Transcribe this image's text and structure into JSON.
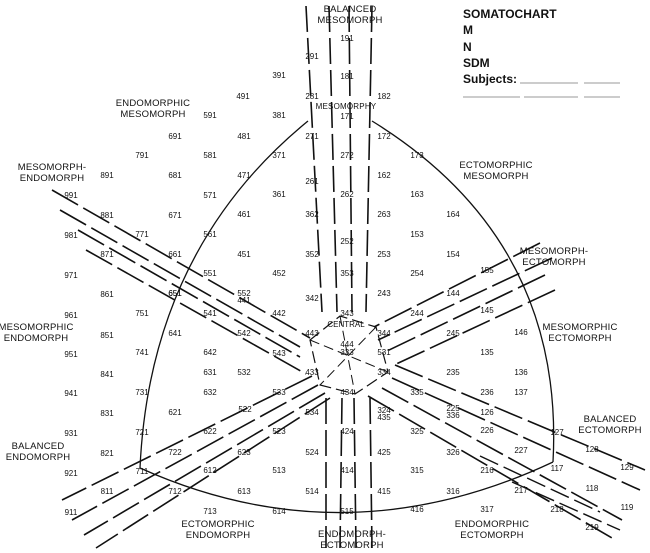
{
  "header": {
    "title": "SOMATOCHART",
    "lines": [
      "M",
      "N",
      "SDM"
    ],
    "subjects_label": "Subjects:"
  },
  "center_label": "CENTRAL",
  "regions": {
    "balanced_mesomorph": [
      "BALANCED",
      "MESOMORPH"
    ],
    "endomorphic_mesomorph": [
      "ENDOMORPHIC",
      "MESOMORPH"
    ],
    "mesomorph_endomorph": [
      "MESOMORPH-",
      "ENDOMORPH"
    ],
    "mesomorphic_endomorph": [
      "MESOMORPHIC",
      "ENDOMORPH"
    ],
    "balanced_endomorph": [
      "BALANCED",
      "ENDOMORPH"
    ],
    "ectomorphic_endomorph": [
      "ECTOMORPHIC",
      "ENDOMORPH"
    ],
    "endomorph_ectomorph": [
      "ENDOMORPH-",
      "ECTOMORPH"
    ],
    "endomorphic_ectomorph": [
      "ENDOMORPHIC",
      "ECTOMORPH"
    ],
    "balanced_ectomorph": [
      "BALANCED",
      "ECTOMORPH"
    ],
    "mesomorphic_ectomorph": [
      "MESOMORPHIC",
      "ECTOMORPH"
    ],
    "mesomorph_ectomorph": [
      "MESOMORPH-",
      "ECTOMORPH"
    ],
    "ectomorphic_mesomorph": [
      "ECTOMORPHIC",
      "MESOMORPH"
    ],
    "mesomorphy": "MESOMORPHY"
  },
  "codes": [
    "191",
    "181",
    "171",
    "291",
    "391",
    "491",
    "281",
    "381",
    "182",
    "591",
    "691",
    "791",
    "481",
    "581",
    "681",
    "891",
    "991",
    "881",
    "981",
    "871",
    "971",
    "861",
    "961",
    "851",
    "951",
    "841",
    "941",
    "831",
    "931",
    "821",
    "921",
    "811",
    "911",
    "271",
    "371",
    "471",
    "571",
    "671",
    "771",
    "661",
    "561",
    "551",
    "651",
    "751",
    "651",
    "641",
    "741",
    "731",
    "621",
    "721",
    "711",
    "722",
    "712",
    "713",
    "622",
    "612",
    "613",
    "632",
    "623",
    "631",
    "542",
    "642",
    "532",
    "541",
    "452",
    "442",
    "441",
    "552",
    "461",
    "451",
    "361",
    "362",
    "352",
    "261",
    "272",
    "262",
    "162",
    "163",
    "153",
    "154",
    "155",
    "164",
    "173",
    "172",
    "144",
    "145",
    "146",
    "136",
    "135",
    "137",
    "126",
    "127",
    "128",
    "129",
    "118",
    "119",
    "117",
    "219",
    "218",
    "217",
    "227",
    "226",
    "216",
    "225",
    "236",
    "235",
    "245",
    "244",
    "254",
    "253",
    "243",
    "263",
    "252",
    "353",
    "342",
    "343",
    "344",
    "334",
    "333",
    "444",
    "433",
    "434",
    "443",
    "335",
    "336",
    "325",
    "326",
    "315",
    "316",
    "317",
    "416",
    "415",
    "414",
    "425",
    "424",
    "435",
    "324",
    "515",
    "514",
    "524",
    "534",
    "533",
    "523",
    "522",
    "513",
    "614",
    "543",
    "531"
  ]
}
